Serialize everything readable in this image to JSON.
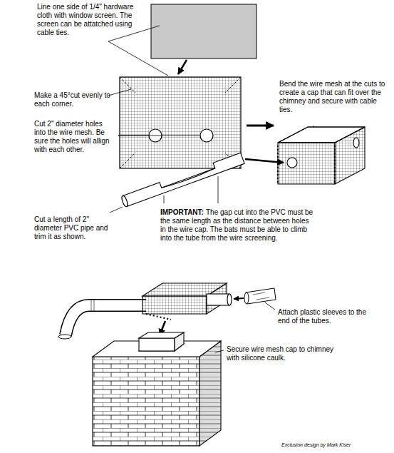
{
  "diagram": {
    "labels": [
      "Line one side of 1/4\" hardware cloth with window screen. The screen can be attatched using cable ties.",
      "Make a 45°cut evenly to each corner.",
      "Cut 2\" diameter holes into the wire mesh. Be sure the holes will allign with each other.",
      "Bend the wire mesh at the cuts to create a cap that can fit over the chimney and secure with cable ties.",
      "Cut a length of 2\" diameter PVC pipe and trim it as shown.",
      "IMPORTANT:",
      "The gap cut into the PVC must be the same length as the distance between holes in the wire cap. The bats must be able to climb into the tube from the wire screening.",
      "Attach plastic sleeves to the end of the tubes.",
      "Secure wire mesh cap to chimney with silicone caulk.",
      "Exclusion design by Mark Kiser"
    ]
  }
}
